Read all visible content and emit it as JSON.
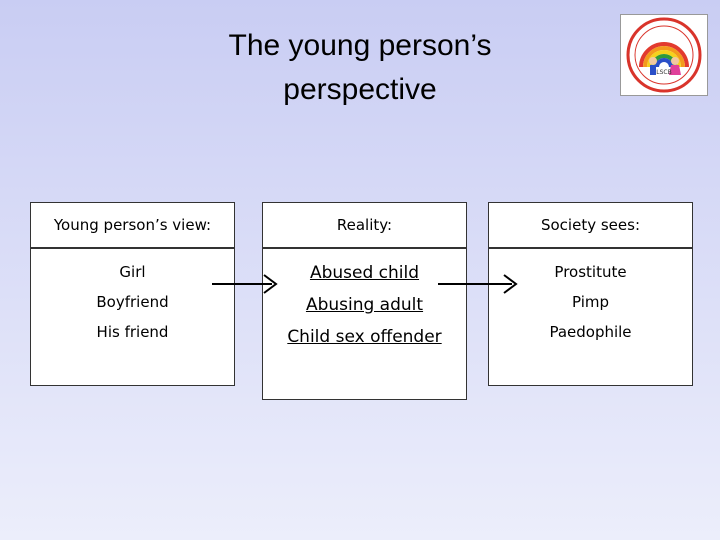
{
  "slide": {
    "title_line1": "The young person’s",
    "title_line2": "perspective"
  },
  "columns": {
    "view": {
      "header": "Young person’s view:",
      "items": [
        "Girl",
        "Boyfriend",
        "His friend"
      ]
    },
    "reality": {
      "header": "Reality:",
      "items": [
        "Abused child",
        "Abusing adult",
        "Child sex offender"
      ]
    },
    "society": {
      "header": "Society sees:",
      "items": [
        "Prostitute",
        "Pimp",
        "Paedophile"
      ]
    }
  },
  "logo": {
    "icon": "rainbow-children-emblem-icon",
    "colors": [
      "#e23a2e",
      "#f39a1c",
      "#f5d21c",
      "#2e9a3a",
      "#2a4fc8"
    ],
    "text": "LSCB"
  }
}
